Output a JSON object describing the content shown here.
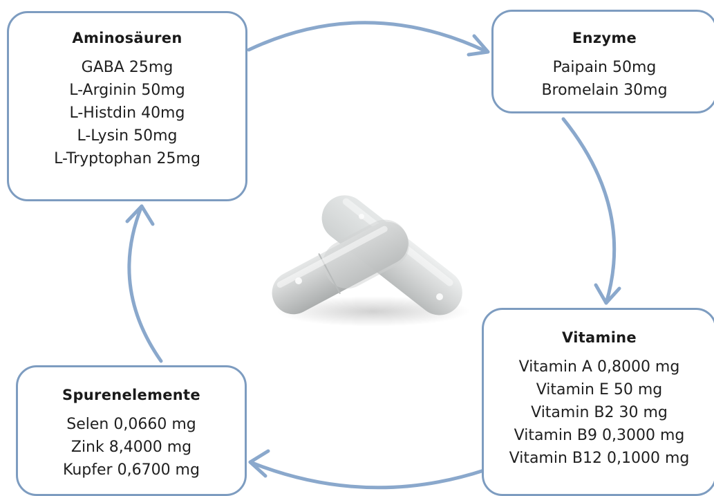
{
  "diagram": {
    "colors": {
      "border": "#7d9cc0",
      "arrow": "#8aa8cc",
      "capsule": "#d4d6d6"
    },
    "boxes": {
      "aminosaeuren": {
        "title": "Aminosäuren",
        "items": [
          "GABA 25mg",
          "L-Arginin 50mg",
          "L-Histdin 40mg",
          "L-Lysin 50mg",
          "L-Tryptophan 25mg"
        ]
      },
      "enzyme": {
        "title": "Enzyme",
        "items": [
          "Paipain 50mg",
          "Bromelain 30mg"
        ]
      },
      "vitamine": {
        "title": "Vitamine",
        "items": [
          "Vitamin A 0,8000 mg",
          "Vitamin E 50 mg",
          "Vitamin B2 30 mg",
          "Vitamin B9 0,3000 mg",
          "Vitamin B12 0,1000 mg"
        ]
      },
      "spurenelemente": {
        "title": "Spurenelemente",
        "items": [
          "Selen 0,0660 mg",
          "Zink 8,4000 mg",
          "Kupfer 0,6700 mg"
        ]
      }
    },
    "center_image": "capsule-pills"
  }
}
